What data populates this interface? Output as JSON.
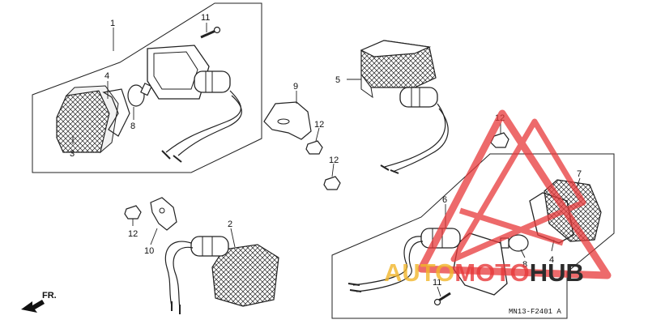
{
  "diagram": {
    "callouts": {
      "c1": "1",
      "c2": "2",
      "c3": "3",
      "c4a": "4",
      "c4b": "4",
      "c5": "5",
      "c6": "6",
      "c7": "7",
      "c8a": "8",
      "c8b": "8",
      "c9": "9",
      "c10": "10",
      "c11a": "11",
      "c11b": "11",
      "c12a": "12",
      "c12b": "12",
      "c12c": "12",
      "c12d": "12"
    },
    "direction_label": "FR.",
    "diagram_code": "MN13-F2401 A"
  },
  "watermark": {
    "part1": "AUTO",
    "part2": "MOTO",
    "part3": "HUB",
    "color_gold": "#f2b62a",
    "color_red": "#e8393a",
    "color_dark": "#2c2c2c"
  }
}
